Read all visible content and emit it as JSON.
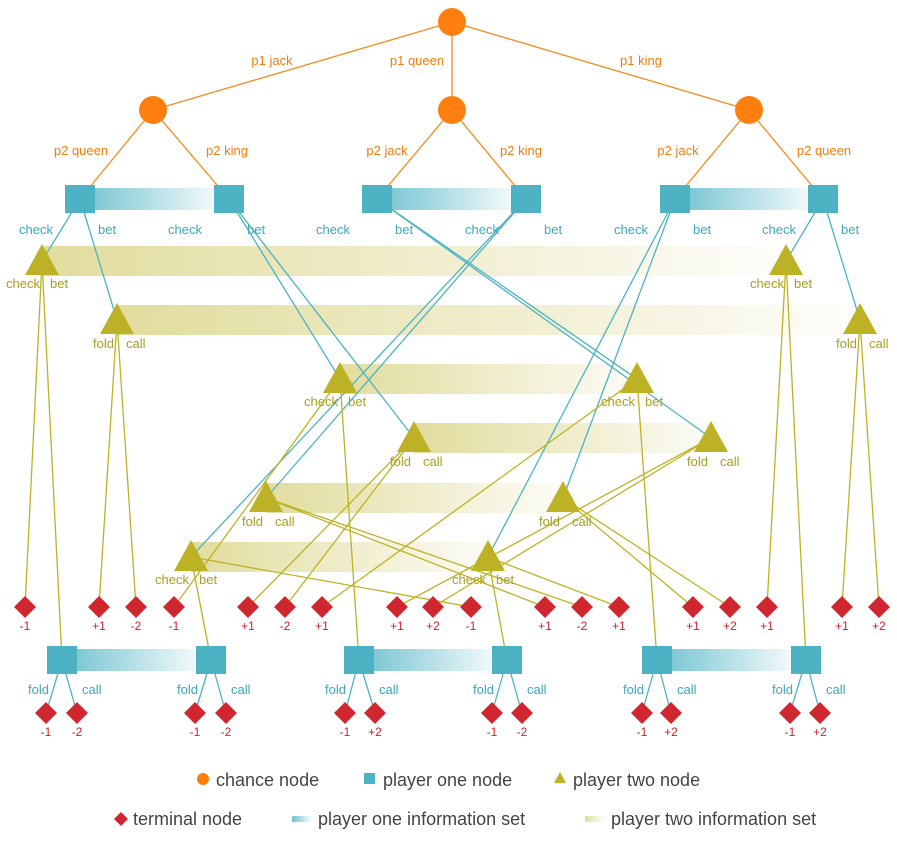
{
  "colors": {
    "chance": "#ff7f0e",
    "chance_text": "#f07d12",
    "p1": "#4db3c4",
    "p1_text": "#3aa9bd",
    "p2": "#bdb225",
    "p2_text": "#a99f1d",
    "terminal": "#d0262f",
    "terminal_text": "#c9222a"
  },
  "tree": {
    "deal_labels": [
      "p1 jack",
      "p1 queen",
      "p1 king"
    ],
    "p2_deal_labels": [
      "p2 queen",
      "p2 king",
      "p2 jack",
      "p2 king",
      "p2 jack",
      "p2 queen"
    ],
    "p1_first_labels": [
      [
        "check",
        "bet"
      ],
      [
        "check",
        "bet"
      ],
      [
        "check",
        "bet"
      ],
      [
        "check",
        "bet"
      ],
      [
        "check",
        "bet"
      ],
      [
        "check",
        "bet"
      ]
    ],
    "p2_after_check_labels": [
      [
        "check",
        "bet"
      ],
      [
        "check",
        "bet"
      ],
      [
        "check",
        "bet"
      ],
      [
        "check",
        "bet"
      ],
      [
        "check",
        "bet"
      ],
      [
        "check",
        "bet"
      ]
    ],
    "p2_after_bet_labels": [
      [
        "fold",
        "call"
      ],
      [
        "fold",
        "call"
      ],
      [
        "fold",
        "call"
      ],
      [
        "fold",
        "call"
      ],
      [
        "fold",
        "call"
      ],
      [
        "fold",
        "call"
      ]
    ],
    "p1_second_labels": [
      [
        "fold",
        "call"
      ],
      [
        "fold",
        "call"
      ],
      [
        "fold",
        "call"
      ],
      [
        "fold",
        "call"
      ],
      [
        "fold",
        "call"
      ],
      [
        "fold",
        "call"
      ]
    ],
    "upper_payoffs": [
      "-1",
      "+1",
      "-2",
      "-1",
      "+1",
      "-2",
      "+1",
      "+1",
      "+2",
      "-1",
      "+1",
      "-2",
      "+1",
      "+1",
      "+2",
      "+1",
      "+1",
      "+2"
    ],
    "lower_payoffs": [
      "-1",
      "-2",
      "-1",
      "-2",
      "-1",
      "+2",
      "-1",
      "-2",
      "-1",
      "+2",
      "-1",
      "+2"
    ]
  },
  "legend": {
    "chance": "chance node",
    "p1_node": "player one node",
    "p2_node": "player two node",
    "terminal": "terminal node",
    "p1_infoset": "player one information set",
    "p2_infoset": "player two information set"
  }
}
